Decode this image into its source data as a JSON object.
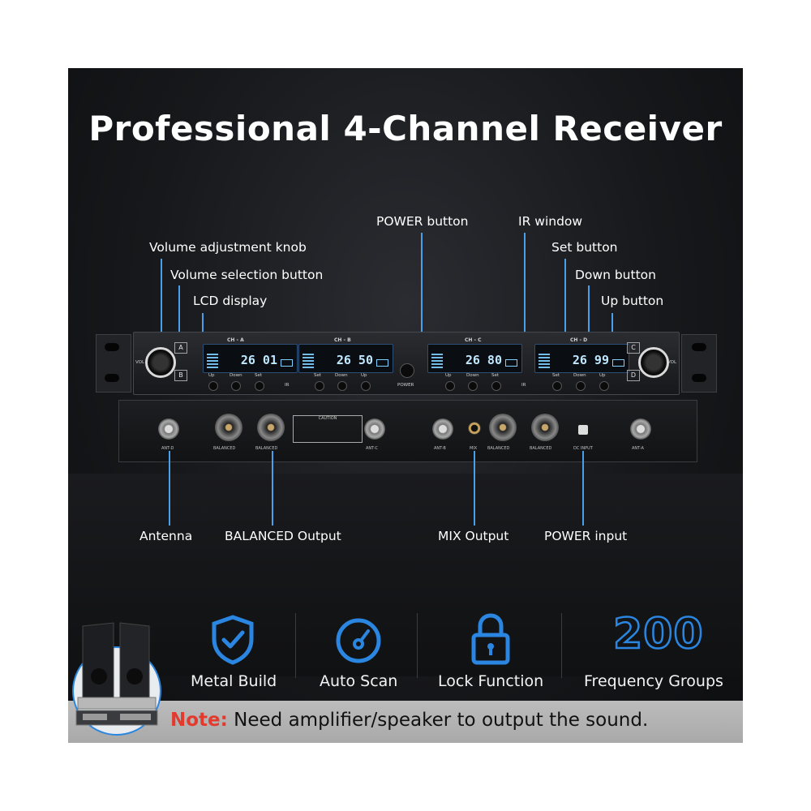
{
  "title": "Professional 4-Channel Receiver",
  "callouts_top": {
    "volume_knob": "Volume adjustment knob",
    "volume_select": "Volume selection button",
    "lcd": "LCD display",
    "power_button": "POWER button",
    "ir_window": "IR window",
    "set_button": "Set button",
    "down_button": "Down button",
    "up_button": "Up button"
  },
  "callouts_bottom": {
    "antenna": "Antenna",
    "balanced": "BALANCED Output",
    "mix": "MIX Output",
    "power_input": "POWER input"
  },
  "receiver": {
    "channels": [
      {
        "name": "CH - A",
        "value": "26 01"
      },
      {
        "name": "CH - B",
        "value": "26 50"
      },
      {
        "name": "CH - C",
        "value": "26 80"
      },
      {
        "name": "CH - D",
        "value": "26 99"
      }
    ],
    "btn_up": "Up",
    "btn_down": "Down",
    "btn_set": "Set",
    "power_label": "POWER",
    "ir_label": "IR",
    "vol_label": "VOL",
    "sel_a": "A",
    "sel_b": "B",
    "sel_c": "C",
    "sel_d": "D",
    "back_labels": {
      "ant_b": "ANT-B",
      "ant_c": "ANT-C",
      "ant_a": "ANT-A",
      "ant_d": "ANT-D",
      "balanced": "BALANCED",
      "mix": "MIX",
      "dc_input": "DC INPUT",
      "caution": "CAUTION"
    }
  },
  "features": [
    {
      "label": "Metal Build",
      "icon": "shield-check-icon"
    },
    {
      "label": "Auto Scan",
      "icon": "gauge-icon"
    },
    {
      "label": "Lock Function",
      "icon": "padlock-icon"
    },
    {
      "label": "Frequency Groups",
      "icon": "number-200",
      "number": "200"
    }
  ],
  "note": {
    "prefix": "Note:",
    "text": " Need amplifier/speaker to output the sound."
  },
  "colors": {
    "accent": "#2a86e0",
    "note_red": "#e23b2e",
    "callout_line": "#4aa0e8"
  }
}
